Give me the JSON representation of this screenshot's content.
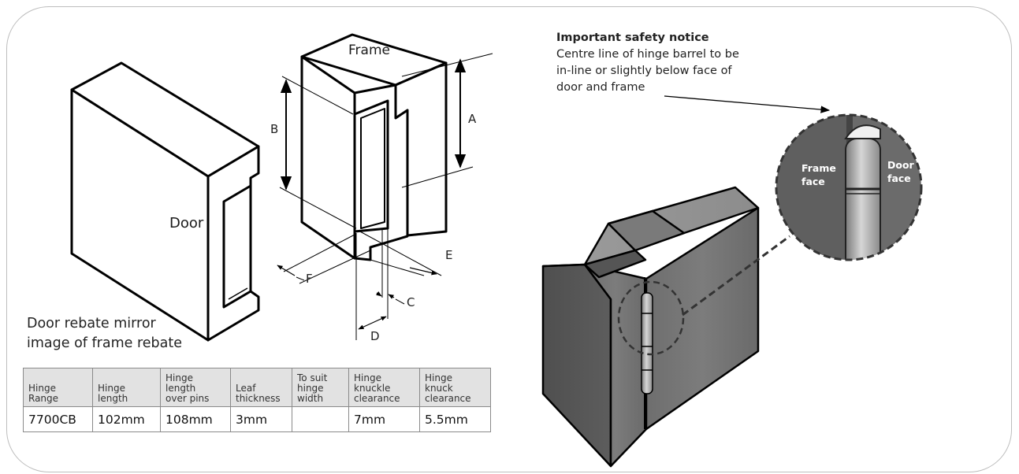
{
  "diagram": {
    "labels": {
      "frame": "Frame",
      "door": "Door",
      "a": "A",
      "b": "B",
      "c": "C",
      "d": "D",
      "e": "E",
      "f": "F"
    },
    "caption_lines": [
      "Door rebate mirror",
      "image of frame rebate"
    ],
    "notice": {
      "title": "Important safety notice",
      "lines": [
        "Centre line of hinge barrel to be",
        "in-line or slightly below face of",
        "door and frame"
      ]
    },
    "frame_face": [
      "Frame",
      "face"
    ],
    "door_face": [
      "Door",
      "face"
    ]
  },
  "table": {
    "headers": [
      [
        "Hinge",
        "Range"
      ],
      [
        "Hinge",
        "length"
      ],
      [
        "Hinge",
        "length",
        "over pins"
      ],
      [
        "Leaf",
        "thickness"
      ],
      [
        "To suit",
        "hinge",
        "width"
      ],
      [
        "Hinge",
        "knuckle",
        "clearance"
      ],
      [
        "Hinge",
        "knuck",
        "clearance"
      ]
    ],
    "row": [
      "7700CB",
      "102mm",
      "108mm",
      "3mm",
      "",
      "7mm",
      "5.5mm"
    ]
  }
}
